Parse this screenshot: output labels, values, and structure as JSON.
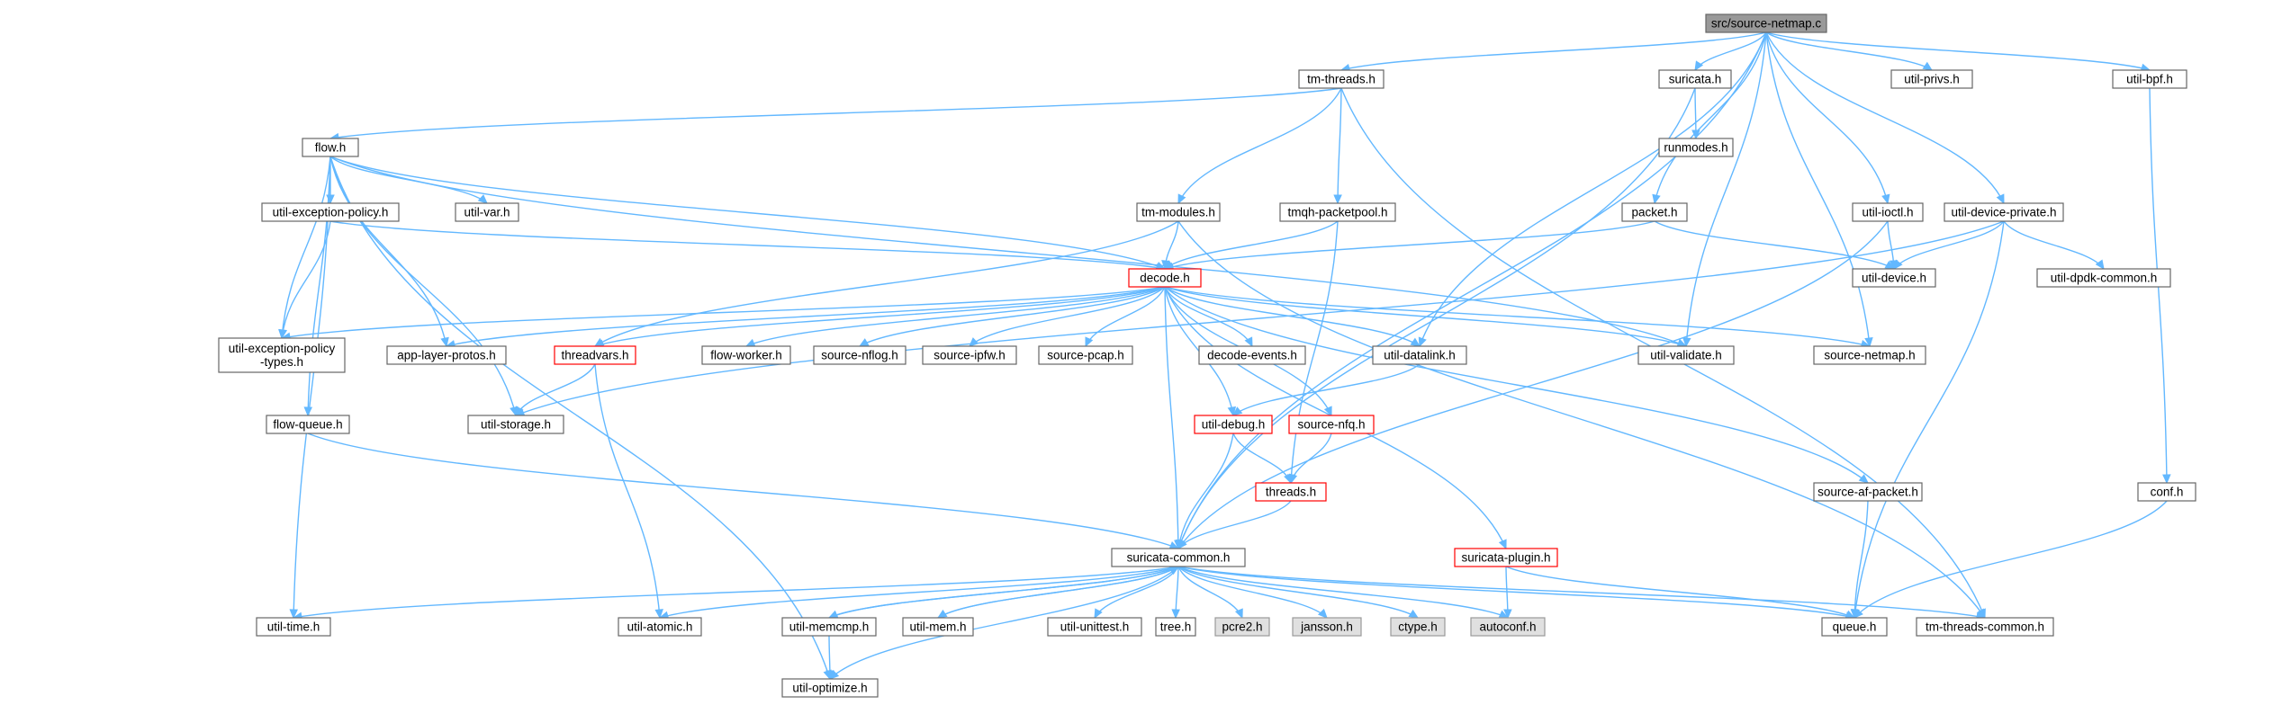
{
  "graph": {
    "colors": {
      "edge": "#63b8ff",
      "node_border": "#666666",
      "node_fill": "#ffffff",
      "root_fill": "#999999",
      "highlight_border": "#ff0000",
      "external_fill": "#e0e0e0"
    },
    "nodes": {
      "n_root": {
        "label": "src/source-netmap.c",
        "kind": "root"
      },
      "n_tmthreads": {
        "label": "tm-threads.h"
      },
      "n_suricata": {
        "label": "suricata.h"
      },
      "n_privs": {
        "label": "util-privs.h"
      },
      "n_bpf": {
        "label": "util-bpf.h"
      },
      "n_runmodes": {
        "label": "runmodes.h"
      },
      "n_flow": {
        "label": "flow.h"
      },
      "n_excpol": {
        "label": "util-exception-policy.h"
      },
      "n_var": {
        "label": "util-var.h"
      },
      "n_tmmodules": {
        "label": "tm-modules.h"
      },
      "n_tmqh": {
        "label": "tmqh-packetpool.h"
      },
      "n_packet": {
        "label": "packet.h"
      },
      "n_ioctl": {
        "label": "util-ioctl.h"
      },
      "n_devpriv": {
        "label": "util-device-private.h"
      },
      "n_decode": {
        "label": "decode.h",
        "kind": "highlight"
      },
      "n_device": {
        "label": "util-device.h"
      },
      "n_dpdk": {
        "label": "util-dpdk-common.h"
      },
      "n_exctypes": {
        "label": "util-exception-policy\n-types.h"
      },
      "n_applayer": {
        "label": "app-layer-protos.h"
      },
      "n_threadvars": {
        "label": "threadvars.h",
        "kind": "highlight"
      },
      "n_flowworker": {
        "label": "flow-worker.h"
      },
      "n_nflog": {
        "label": "source-nflog.h"
      },
      "n_ipfw": {
        "label": "source-ipfw.h"
      },
      "n_pcap": {
        "label": "source-pcap.h"
      },
      "n_decevents": {
        "label": "decode-events.h"
      },
      "n_datalink": {
        "label": "util-datalink.h"
      },
      "n_validate": {
        "label": "util-validate.h"
      },
      "n_srcnetmap": {
        "label": "source-netmap.h"
      },
      "n_flowqueue": {
        "label": "flow-queue.h"
      },
      "n_storage": {
        "label": "util-storage.h"
      },
      "n_debug": {
        "label": "util-debug.h",
        "kind": "highlight"
      },
      "n_nfq": {
        "label": "source-nfq.h",
        "kind": "highlight"
      },
      "n_threads": {
        "label": "threads.h",
        "kind": "highlight"
      },
      "n_afpacket": {
        "label": "source-af-packet.h"
      },
      "n_conf": {
        "label": "conf.h"
      },
      "n_common": {
        "label": "suricata-common.h"
      },
      "n_plugin": {
        "label": "suricata-plugin.h",
        "kind": "highlight"
      },
      "n_time": {
        "label": "util-time.h"
      },
      "n_atomic": {
        "label": "util-atomic.h"
      },
      "n_memcmp": {
        "label": "util-memcmp.h"
      },
      "n_mem": {
        "label": "util-mem.h"
      },
      "n_unittest": {
        "label": "util-unittest.h"
      },
      "n_tree": {
        "label": "tree.h"
      },
      "n_pcre2": {
        "label": "pcre2.h",
        "kind": "external"
      },
      "n_jansson": {
        "label": "jansson.h",
        "kind": "external"
      },
      "n_ctype": {
        "label": "ctype.h",
        "kind": "external"
      },
      "n_autoconf": {
        "label": "autoconf.h",
        "kind": "external"
      },
      "n_queue": {
        "label": "queue.h"
      },
      "n_tmcommon": {
        "label": "tm-threads-common.h"
      },
      "n_optimize": {
        "label": "util-optimize.h"
      }
    },
    "edges": [
      [
        "n_root",
        "n_tmthreads"
      ],
      [
        "n_root",
        "n_suricata"
      ],
      [
        "n_root",
        "n_privs"
      ],
      [
        "n_root",
        "n_bpf"
      ],
      [
        "n_root",
        "n_packet"
      ],
      [
        "n_root",
        "n_ioctl"
      ],
      [
        "n_root",
        "n_devpriv"
      ],
      [
        "n_root",
        "n_datalink"
      ],
      [
        "n_root",
        "n_validate"
      ],
      [
        "n_root",
        "n_srcnetmap"
      ],
      [
        "n_root",
        "n_common"
      ],
      [
        "n_tmthreads",
        "n_flow"
      ],
      [
        "n_tmthreads",
        "n_tmmodules"
      ],
      [
        "n_tmthreads",
        "n_tmqh"
      ],
      [
        "n_tmthreads",
        "n_tmcommon"
      ],
      [
        "n_suricata",
        "n_runmodes"
      ],
      [
        "n_suricata",
        "n_common"
      ],
      [
        "n_bpf",
        "n_conf"
      ],
      [
        "n_flow",
        "n_excpol"
      ],
      [
        "n_flow",
        "n_var"
      ],
      [
        "n_flow",
        "n_decode"
      ],
      [
        "n_flow",
        "n_exctypes"
      ],
      [
        "n_flow",
        "n_applayer"
      ],
      [
        "n_flow",
        "n_storage"
      ],
      [
        "n_flow",
        "n_flowqueue"
      ],
      [
        "n_flow",
        "n_validate"
      ],
      [
        "n_flow",
        "n_time"
      ],
      [
        "n_flow",
        "n_optimize"
      ],
      [
        "n_excpol",
        "n_decode"
      ],
      [
        "n_excpol",
        "n_exctypes"
      ],
      [
        "n_tmmodules",
        "n_decode"
      ],
      [
        "n_tmmodules",
        "n_threadvars"
      ],
      [
        "n_tmmodules",
        "n_tmcommon"
      ],
      [
        "n_tmqh",
        "n_decode"
      ],
      [
        "n_tmqh",
        "n_threads"
      ],
      [
        "n_packet",
        "n_decode"
      ],
      [
        "n_packet",
        "n_device"
      ],
      [
        "n_ioctl",
        "n_device"
      ],
      [
        "n_ioctl",
        "n_common"
      ],
      [
        "n_devpriv",
        "n_device"
      ],
      [
        "n_devpriv",
        "n_dpdk"
      ],
      [
        "n_devpriv",
        "n_queue"
      ],
      [
        "n_devpriv",
        "n_storage"
      ],
      [
        "n_decode",
        "n_exctypes"
      ],
      [
        "n_decode",
        "n_applayer"
      ],
      [
        "n_decode",
        "n_threadvars"
      ],
      [
        "n_decode",
        "n_flowworker"
      ],
      [
        "n_decode",
        "n_nflog"
      ],
      [
        "n_decode",
        "n_ipfw"
      ],
      [
        "n_decode",
        "n_pcap"
      ],
      [
        "n_decode",
        "n_decevents"
      ],
      [
        "n_decode",
        "n_datalink"
      ],
      [
        "n_decode",
        "n_validate"
      ],
      [
        "n_decode",
        "n_srcnetmap"
      ],
      [
        "n_decode",
        "n_debug"
      ],
      [
        "n_decode",
        "n_nfq"
      ],
      [
        "n_decode",
        "n_afpacket"
      ],
      [
        "n_decode",
        "n_plugin"
      ],
      [
        "n_decode",
        "n_common"
      ],
      [
        "n_threadvars",
        "n_storage"
      ],
      [
        "n_threadvars",
        "n_atomic"
      ],
      [
        "n_datalink",
        "n_debug"
      ],
      [
        "n_flowqueue",
        "n_common"
      ],
      [
        "n_debug",
        "n_common"
      ],
      [
        "n_debug",
        "n_threads"
      ],
      [
        "n_nfq",
        "n_threads"
      ],
      [
        "n_threads",
        "n_common"
      ],
      [
        "n_afpacket",
        "n_queue"
      ],
      [
        "n_conf",
        "n_queue"
      ],
      [
        "n_plugin",
        "n_autoconf"
      ],
      [
        "n_plugin",
        "n_queue"
      ],
      [
        "n_common",
        "n_time"
      ],
      [
        "n_common",
        "n_atomic"
      ],
      [
        "n_common",
        "n_memcmp"
      ],
      [
        "n_common",
        "n_mem"
      ],
      [
        "n_common",
        "n_unittest"
      ],
      [
        "n_common",
        "n_tree"
      ],
      [
        "n_common",
        "n_pcre2"
      ],
      [
        "n_common",
        "n_jansson"
      ],
      [
        "n_common",
        "n_ctype"
      ],
      [
        "n_common",
        "n_autoconf"
      ],
      [
        "n_common",
        "n_queue"
      ],
      [
        "n_common",
        "n_tmcommon"
      ],
      [
        "n_common",
        "n_optimize"
      ],
      [
        "n_memcmp",
        "n_common"
      ],
      [
        "n_memcmp",
        "n_optimize"
      ],
      [
        "n_mem",
        "n_common"
      ]
    ]
  }
}
